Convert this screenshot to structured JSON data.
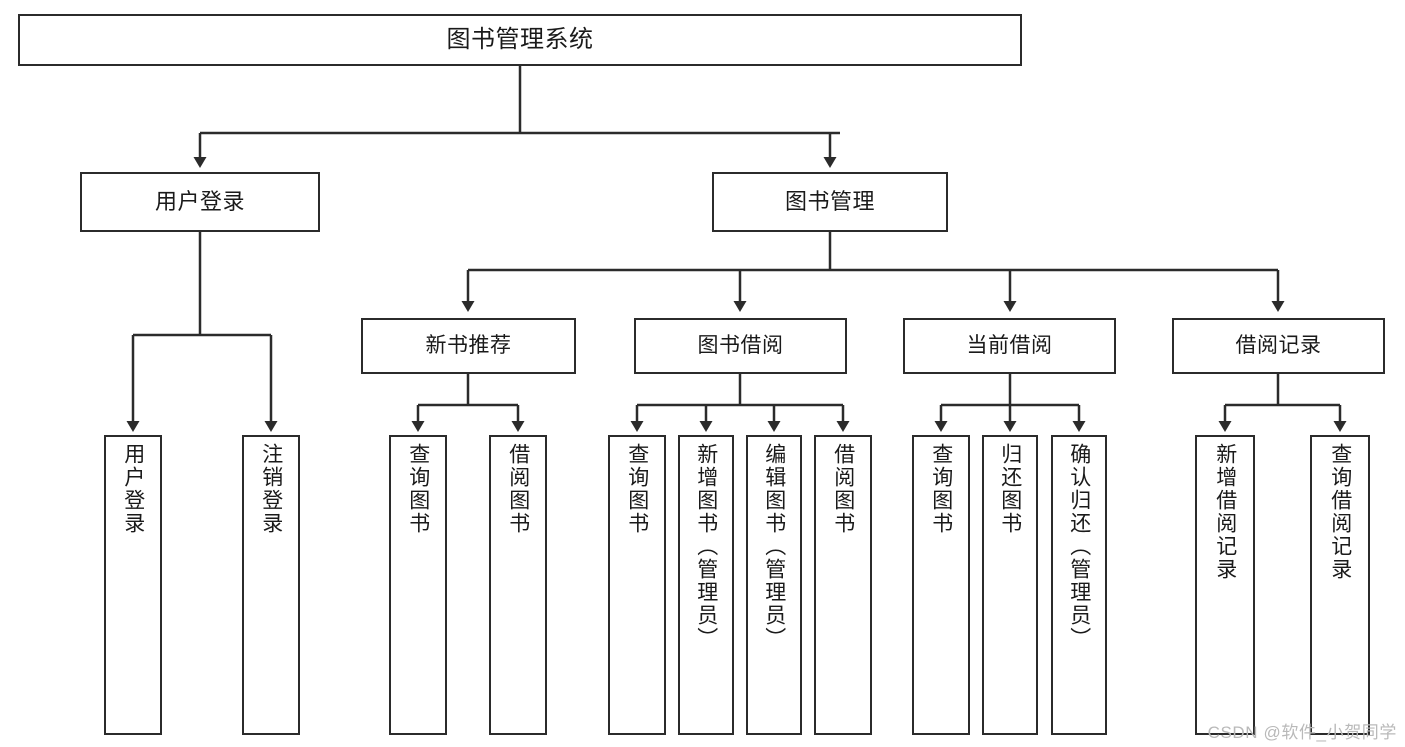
{
  "diagram": {
    "type": "tree",
    "title": "图书管理系统",
    "watermark": "CSDN @软件_小贺同学",
    "colors": {
      "node_border": "#2b2b2b",
      "node_fill": "#ffffff",
      "edge": "#2b2b2b",
      "text": "#1a1a1a",
      "watermark": "#b9b9b9"
    },
    "nodes": {
      "root": {
        "label": "图书管理系统"
      },
      "level2": [
        {
          "label": "用户登录"
        },
        {
          "label": "图书管理"
        }
      ],
      "level3": [
        {
          "label": "新书推荐"
        },
        {
          "label": "图书借阅"
        },
        {
          "label": "当前借阅"
        },
        {
          "label": "借阅记录"
        }
      ],
      "leaves": {
        "user_login": [
          {
            "label": "用户登录"
          },
          {
            "label": "注销登录"
          }
        ],
        "new_book_recommend": [
          {
            "label": "查询图书"
          },
          {
            "label": "借阅图书"
          }
        ],
        "book_borrow": [
          {
            "label": "查询图书"
          },
          {
            "label": "新增图书（管理员）"
          },
          {
            "label": "编辑图书（管理员）"
          },
          {
            "label": "借阅图书"
          }
        ],
        "current_borrow": [
          {
            "label": "查询图书"
          },
          {
            "label": "归还图书"
          },
          {
            "label": "确认归还（管理员）"
          }
        ],
        "borrow_record": [
          {
            "label": "新增借阅记录"
          },
          {
            "label": "查询借阅记录"
          }
        ]
      }
    }
  }
}
